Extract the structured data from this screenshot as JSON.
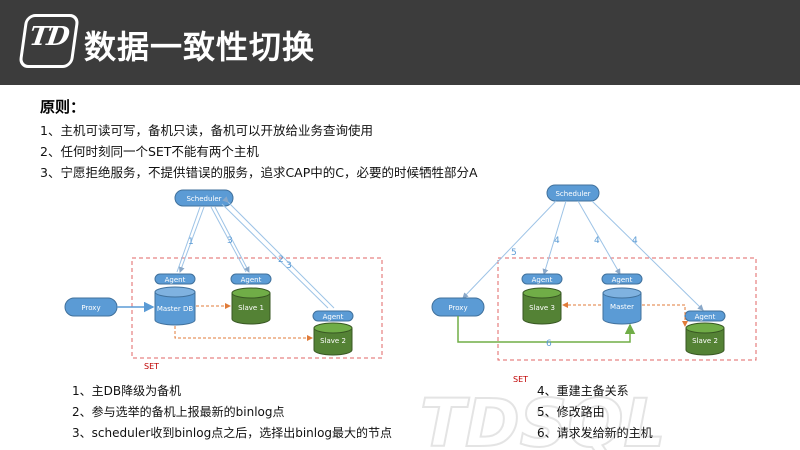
{
  "header": {
    "logo_text": "TD",
    "title": "数据一致性切换"
  },
  "principles": {
    "title": "原则：",
    "items": [
      "1、主机可读可写，备机只读，备机可以开放给业务查询使用",
      "2、任何时刻同一个SET不能有两个主机",
      "3、宁愿拒绝服务，不提供错误的服务，追求CAP中的C，必要的时候牺牲部分A"
    ]
  },
  "left_diagram": {
    "scheduler": "Scheduler",
    "proxy": "Proxy",
    "master": "Master DB",
    "slave1": "Slave 1",
    "slave2": "Slave 2",
    "agent": "Agent",
    "set_label": "SET",
    "edge_labels": [
      "1",
      "3",
      "2",
      "3"
    ]
  },
  "right_diagram": {
    "scheduler": "Scheduler",
    "proxy": "Proxy",
    "slave3": "Slave 3",
    "master": "Master",
    "slave2": "Slave 2",
    "agent": "Agent",
    "set_label": "SET",
    "edge_labels": [
      "5",
      "4",
      "4",
      "4",
      "6"
    ]
  },
  "steps_left": [
    "1、主DB降级为备机",
    "2、参与选举的备机上报最新的binlog点",
    "3、scheduler收到binlog点之后，选择出binlog最大的节点"
  ],
  "steps_right": [
    "4、重建主备关系",
    "5、修改路由",
    "6、请求发给新的主机"
  ],
  "watermark": "TDSQL",
  "colors": {
    "header_bg": "#3c3c3c",
    "node_blue": "#5b9bd5",
    "slave_green": "#548235",
    "set_border": "#e06666",
    "arrow_green": "#70ad47"
  }
}
